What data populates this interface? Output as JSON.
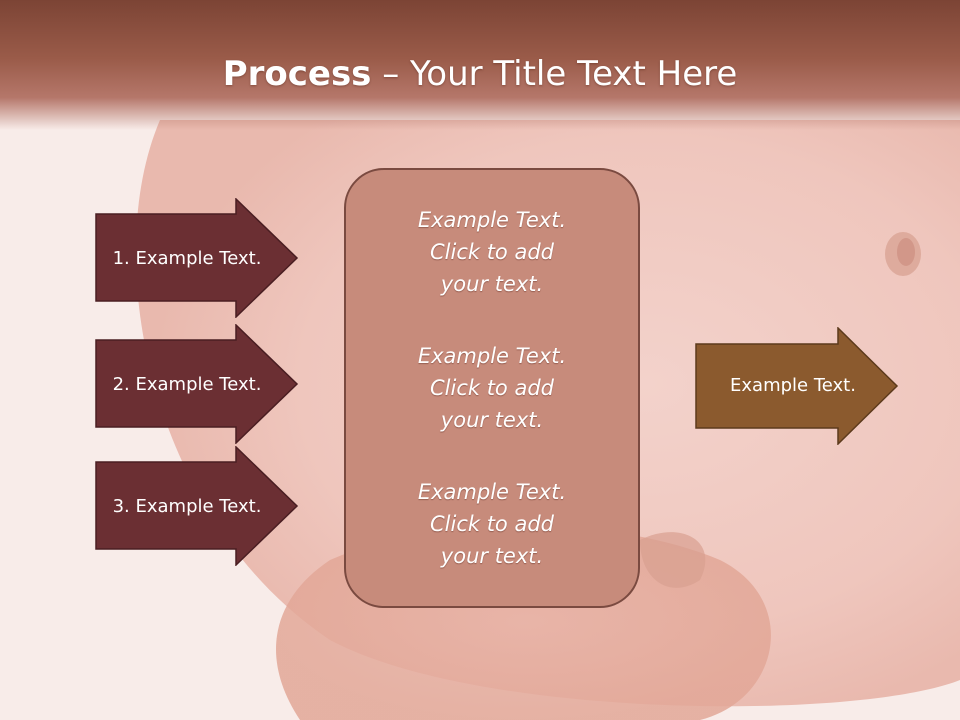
{
  "slide": {
    "title_bold": "Process",
    "title_rest": " – Your Title Text Here"
  },
  "left_arrows": [
    {
      "label": "1. Example Text."
    },
    {
      "label": "2. Example Text."
    },
    {
      "label": "3. Example Text."
    }
  ],
  "center_box": {
    "paragraphs": [
      "Example Text.\nClick  to add\nyour text.",
      "Example Text.\nClick  to add\nyour text.",
      "Example Text.\nClick  to add\nyour text."
    ]
  },
  "output_arrow": {
    "label": "Example Text."
  },
  "colors": {
    "header": "#9a5b49",
    "left_arrow_fill": "#6b2f33",
    "center_box_fill": "#c78b7b",
    "output_arrow_fill": "#8b5a2e"
  }
}
